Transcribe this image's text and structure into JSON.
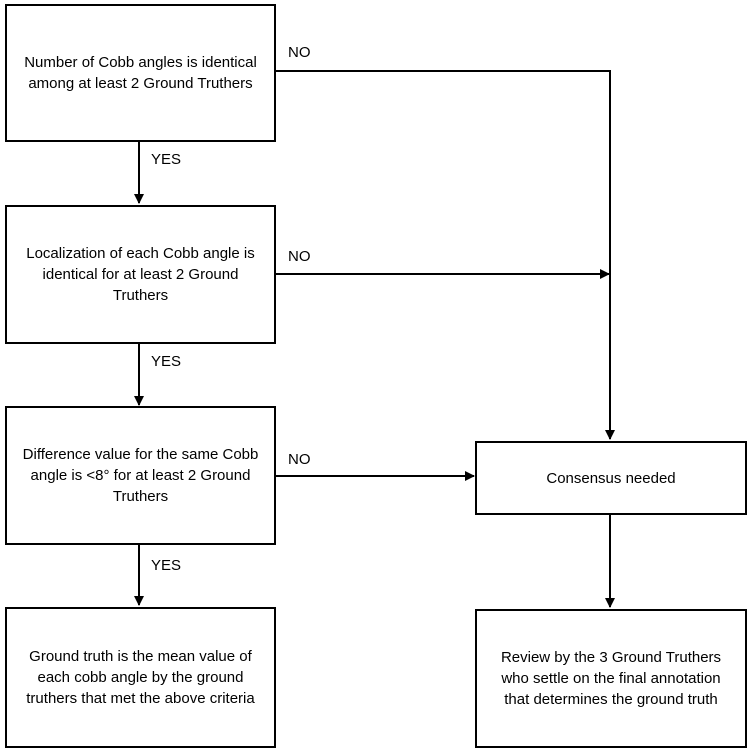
{
  "boxes": {
    "cobb_count": "Number of Cobb angles is identical among at least 2 Ground Truthers",
    "localization": "Localization of each Cobb angle is identical for at least 2 Ground Truthers",
    "difference": "Difference value for the same Cobb angle is <8° for at least 2 Ground Truthers",
    "ground_truth": "Ground truth is the mean value of each cobb angle by the ground truthers that met the above criteria",
    "consensus": "Consensus needed",
    "review": "Review by the 3 Ground Truthers who settle on the final annotation that determines the ground truth"
  },
  "labels": {
    "no_1": "NO",
    "no_2": "NO",
    "no_3": "NO",
    "yes_1": "YES",
    "yes_2": "YES",
    "yes_3": "YES"
  },
  "colors": {
    "line": "#000000",
    "box_border": "#000000",
    "background": "#ffffff"
  }
}
